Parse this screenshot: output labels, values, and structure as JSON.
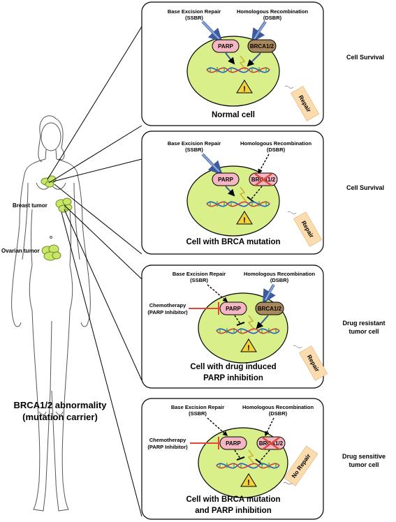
{
  "figure": {
    "carrier_title_line1": "BRCA1/2 abnormality",
    "carrier_title_line2": "(mutation carrier)",
    "breast_tumor_label": "Breast tumor",
    "ovarian_tumor_label": "Ovarian tumor"
  },
  "panels": [
    {
      "id": "normal",
      "ber_line1": "Base Excision Repair",
      "ber_line2": "(SSBR)",
      "hr_line1": "Homologous Recombination",
      "hr_line2": "(DSBR)",
      "parp_label": "PARP",
      "brca_label": "BRCA1/2",
      "caption_line1": "Normal cell",
      "caption_line2": "",
      "tag_label": "Repair",
      "outcome_line1": "Cell Survival",
      "outcome_line2": "",
      "chemo_line1": "",
      "chemo_line2": ""
    },
    {
      "id": "brca-mutation",
      "ber_line1": "Base Excision Repair",
      "ber_line2": "(SSBR)",
      "hr_line1": "Homologous Recombination",
      "hr_line2": "(DSBR)",
      "parp_label": "PARP",
      "brca_label": "BRCA1/2",
      "caption_line1": "Cell with BRCA mutation",
      "caption_line2": "",
      "tag_label": "Repair",
      "outcome_line1": "Cell Survival",
      "outcome_line2": "",
      "chemo_line1": "",
      "chemo_line2": ""
    },
    {
      "id": "parp-inhibition",
      "ber_line1": "Base Excision Repair",
      "ber_line2": "(SSBR)",
      "hr_line1": "Homologous Recombination",
      "hr_line2": "(DSBR)",
      "parp_label": "PARP",
      "brca_label": "BRCA1/2",
      "caption_line1": "Cell with drug induced",
      "caption_line2": "PARP inhibition",
      "tag_label": "Repair",
      "outcome_line1": "Drug resistant",
      "outcome_line2": "tumor cell",
      "chemo_line1": "Chemotherapy",
      "chemo_line2": "(PARP Inhibitor)"
    },
    {
      "id": "synthetic-lethality",
      "ber_line1": "Base Excision Repair",
      "ber_line2": "(SSBR)",
      "hr_line1": "Homologous Recombination",
      "hr_line2": "(DSBR)",
      "parp_label": "PARP",
      "brca_label": "BRCA1/2",
      "caption_line1": "Cell with BRCA mutation",
      "caption_line2": "and PARP inhibition",
      "tag_label": "No Repair",
      "outcome_line1": "Drug sensitive",
      "outcome_line2": "tumor cell",
      "chemo_line1": "Chemotherapy",
      "chemo_line2": "(PARP Inhibitor)"
    }
  ],
  "colors": {
    "cell_fill": "#d9f08a",
    "parp_fill": "#f4b6c2",
    "brca_fill": "#a8875a",
    "tag_fill": "#fbdcae",
    "inhibit_red": "#e0483a",
    "pathway_arrow": "#8aa6d6",
    "lightning": "#e8d84a",
    "warning": "#f3d13a",
    "tumor_fill": "#c8e66a"
  }
}
